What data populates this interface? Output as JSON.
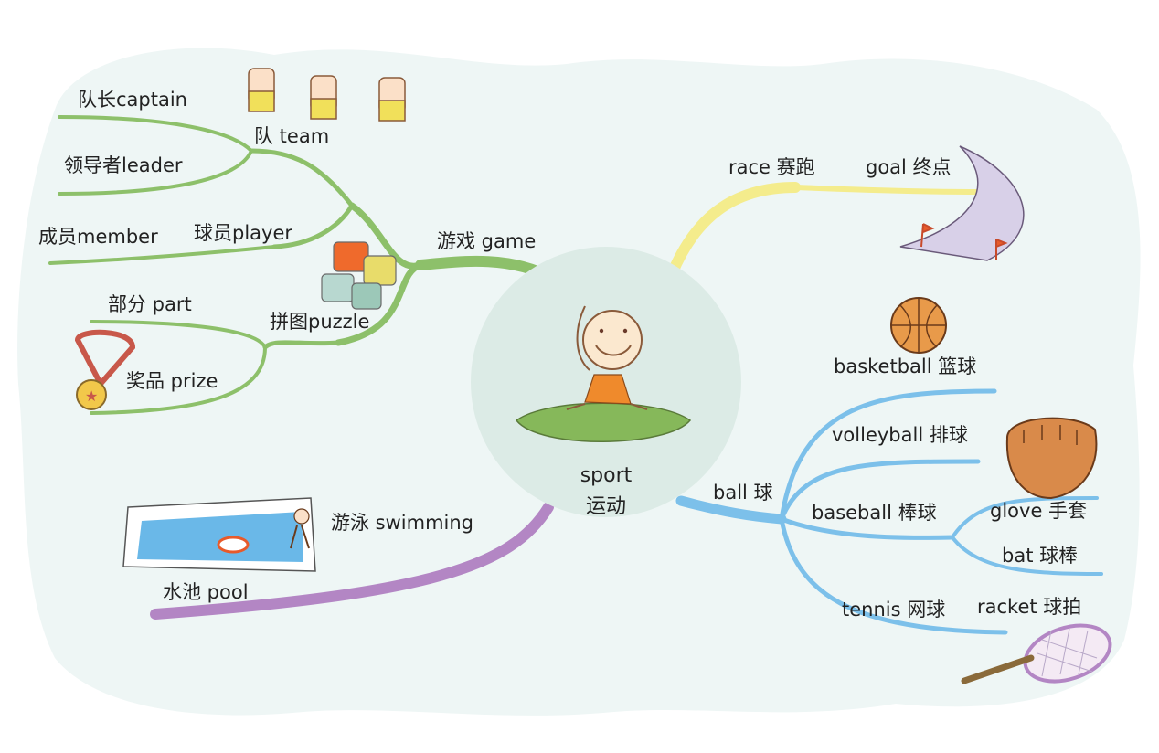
{
  "center": {
    "line1": "sport",
    "line2": "运动"
  },
  "game_branch": {
    "label": "游戏 game",
    "team": {
      "label": "队 team",
      "leaves": [
        "队长captain",
        "领导者leader",
        "成员member",
        "球员player"
      ]
    },
    "puzzle": {
      "label": "拼图puzzle",
      "leaves": [
        "部分 part",
        "奖品 prize"
      ]
    }
  },
  "race_branch": {
    "label": "race 赛跑",
    "leaves": [
      "goal 终点"
    ]
  },
  "ball_branch": {
    "label": "ball 球",
    "leaves": [
      "basketball 篮球",
      "volleyball 排球",
      "baseball 棒球",
      "tennis 网球"
    ],
    "baseball_leaves": [
      "glove 手套",
      "bat 球棒"
    ],
    "tennis_leaves": [
      "racket 球拍"
    ]
  },
  "swimming_branch": {
    "label": "游泳 swimming",
    "leaves": [
      "水池 pool"
    ]
  },
  "colors": {
    "game": "#8dc06a",
    "race": "#f4ec8c",
    "ball": "#7cc0ea",
    "swimming": "#b386c4",
    "center_fill": "#dcebe6",
    "background_blob": "#eef6f5"
  },
  "icons": [
    "running-kids-icon",
    "puzzle-pieces-icon",
    "medal-icon",
    "race-track-icon",
    "basketball-icon",
    "baseball-glove-icon",
    "tennis-racket-icon",
    "swimming-pool-icon",
    "cheering-child-icon"
  ]
}
